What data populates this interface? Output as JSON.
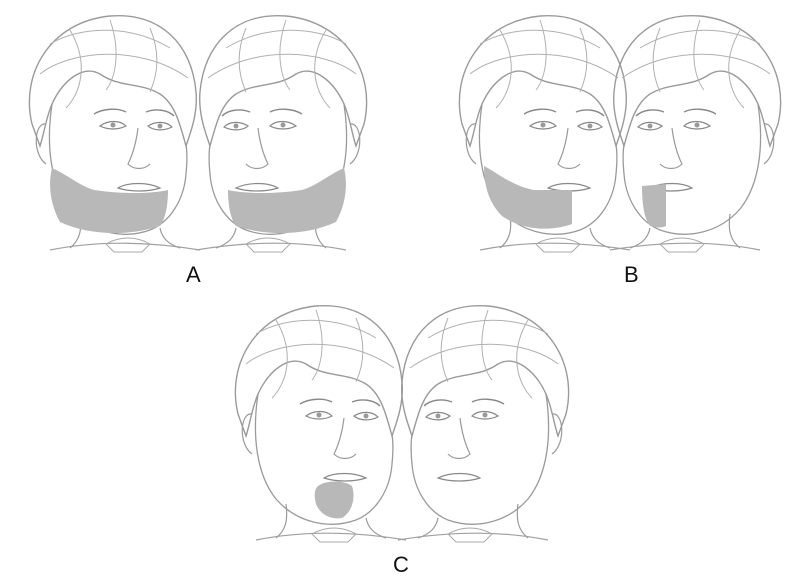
{
  "figure": {
    "panels": [
      {
        "label": "A",
        "description_key": "jaw-shading-bilateral"
      },
      {
        "label": "B",
        "description_key": "jaw-shading-right-side"
      },
      {
        "label": "C",
        "description_key": "chin-shading-small"
      }
    ]
  },
  "colors": {
    "sketch_line": "#9a9a9a",
    "shading": "#b8b8b8",
    "background": "#ffffff"
  }
}
